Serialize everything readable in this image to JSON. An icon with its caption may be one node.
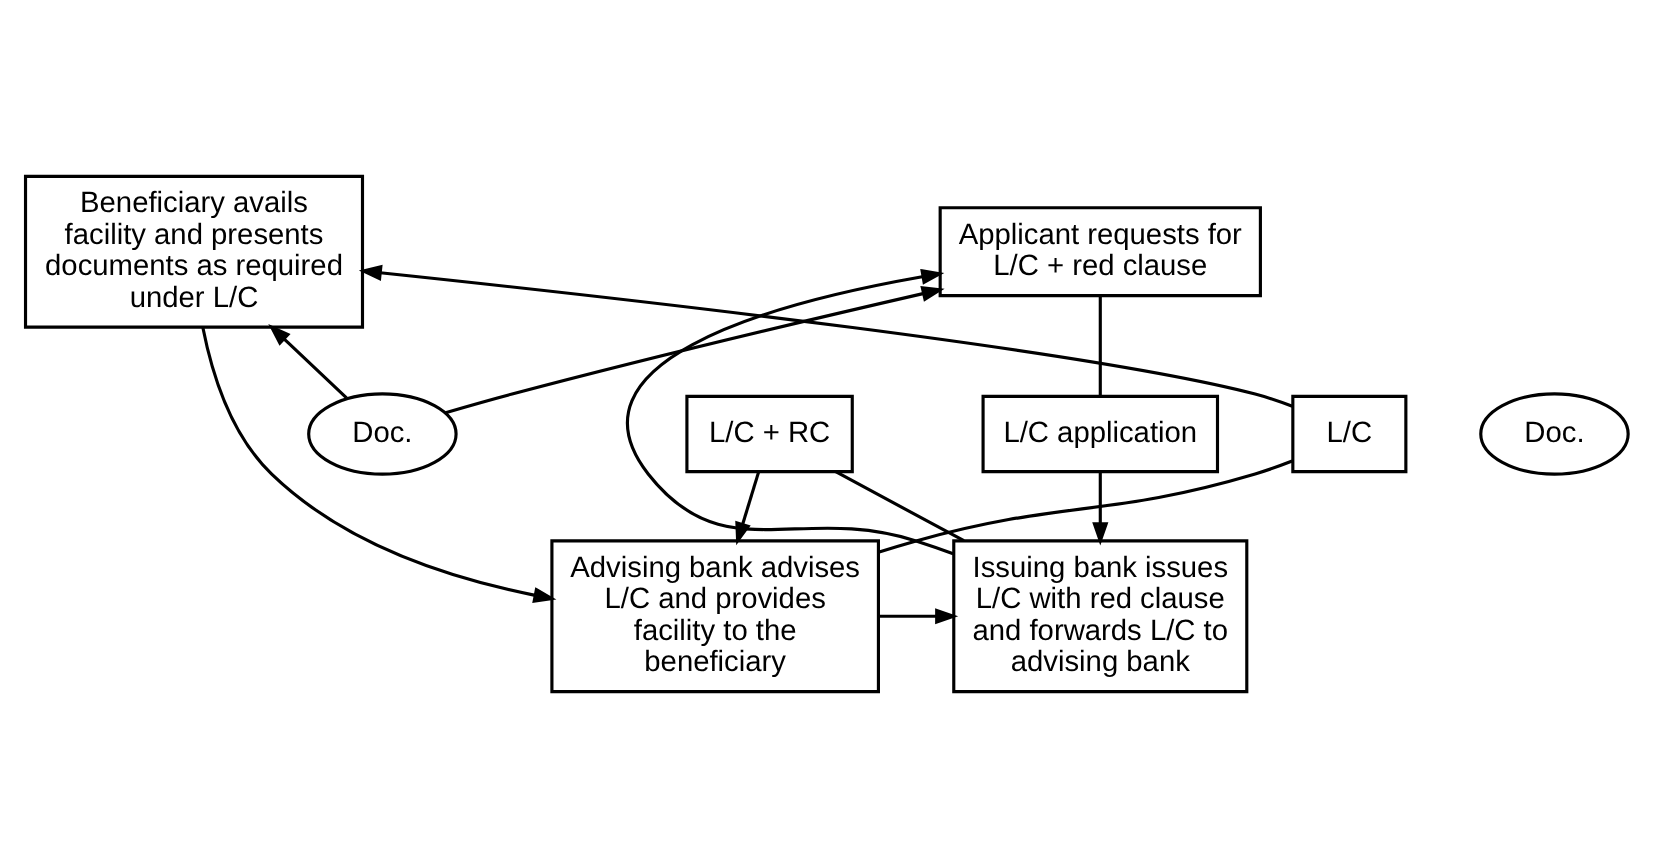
{
  "diagram": {
    "nodes": [
      {
        "text": [
          "Applicant requests for L/C + red clause"
        ]
      },
      {
        "text": [
          "Beneficiary avails facility and presents documents as required under L/C"
        ]
      },
      {
        "text": [
          "L/C application"
        ]
      },
      {
        "text": [
          "Doc."
        ]
      },
      {
        "text": [
          "L/C"
        ]
      },
      {
        "text": [
          "Doc."
        ]
      },
      {
        "text": [
          "Issuing bank issues L/C with red clause and forwards L/C to advising bank"
        ]
      },
      {
        "text": [
          "L/C + RC"
        ]
      },
      {
        "text": [
          "Advising bank advises L/C and provides facility to the beneficiary"
        ]
      }
    ],
    "edges": [
      {
        "from": 0,
        "to": 2,
        "arrow": "none"
      },
      {
        "from": 2,
        "to": 6,
        "arrow": "to"
      },
      {
        "from": 6,
        "to": 0,
        "arrow": "to"
      },
      {
        "from": 3,
        "to": 0,
        "arrow": "to"
      },
      {
        "from": 3,
        "to": 1,
        "arrow": "to"
      },
      {
        "from": 1,
        "to": 8,
        "arrow": "to"
      },
      {
        "from": 8,
        "to": 4,
        "arrow": "none"
      },
      {
        "from": 4,
        "to": 1,
        "arrow": "to"
      },
      {
        "from": 8,
        "to": 6,
        "arrow": "to"
      },
      {
        "from": 6,
        "to": 7,
        "arrow": "none"
      },
      {
        "from": 7,
        "to": 8,
        "arrow": "to"
      }
    ]
  }
}
